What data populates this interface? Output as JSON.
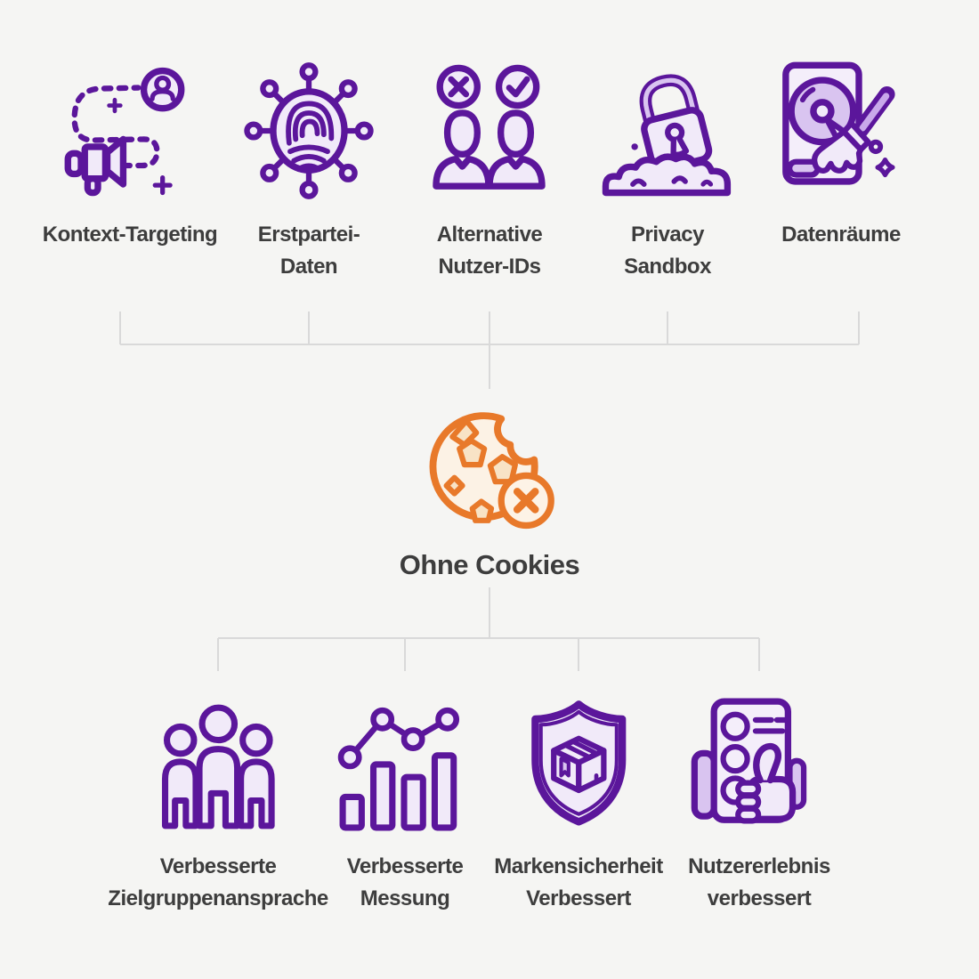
{
  "diagram_title": "Ohne Cookies",
  "palette": {
    "background": "#f5f5f3",
    "icon_stroke_purple": "#5b169b",
    "icon_fill_light_purple": "#f1eaf9",
    "icon_fill_mid_purple": "#d9c4f0",
    "cookie_stroke_orange": "#e8792a",
    "cookie_fill_cream": "#fcf2e5",
    "connector_gray": "#d9d9d9",
    "label_text": "#3d3d3d"
  },
  "center": {
    "label": "Ohne Cookies",
    "icon": "blocked-cookie-icon"
  },
  "top_items": [
    {
      "label": "Kontext-Targeting",
      "icon": "megaphone-route-icon"
    },
    {
      "label": "Erstpartei-\nDaten",
      "icon": "fingerprint-network-icon"
    },
    {
      "label": "Alternative\nNutzer-IDs",
      "icon": "users-approval-icon"
    },
    {
      "label": "Privacy\nSandbox",
      "icon": "padlock-sandbox-icon"
    },
    {
      "label": "Datenräume",
      "icon": "harddrive-cleanup-icon"
    }
  ],
  "bottom_items": [
    {
      "label": "Verbesserte\nZielgruppenansprache",
      "icon": "audience-group-icon"
    },
    {
      "label": "Verbesserte\nMessung",
      "icon": "measurement-chart-icon"
    },
    {
      "label": "Markensicherheit\nVerbessert",
      "icon": "shield-package-icon"
    },
    {
      "label": "Nutzererlebnis\nverbessert",
      "icon": "feedback-thumbs-up-icon"
    }
  ]
}
